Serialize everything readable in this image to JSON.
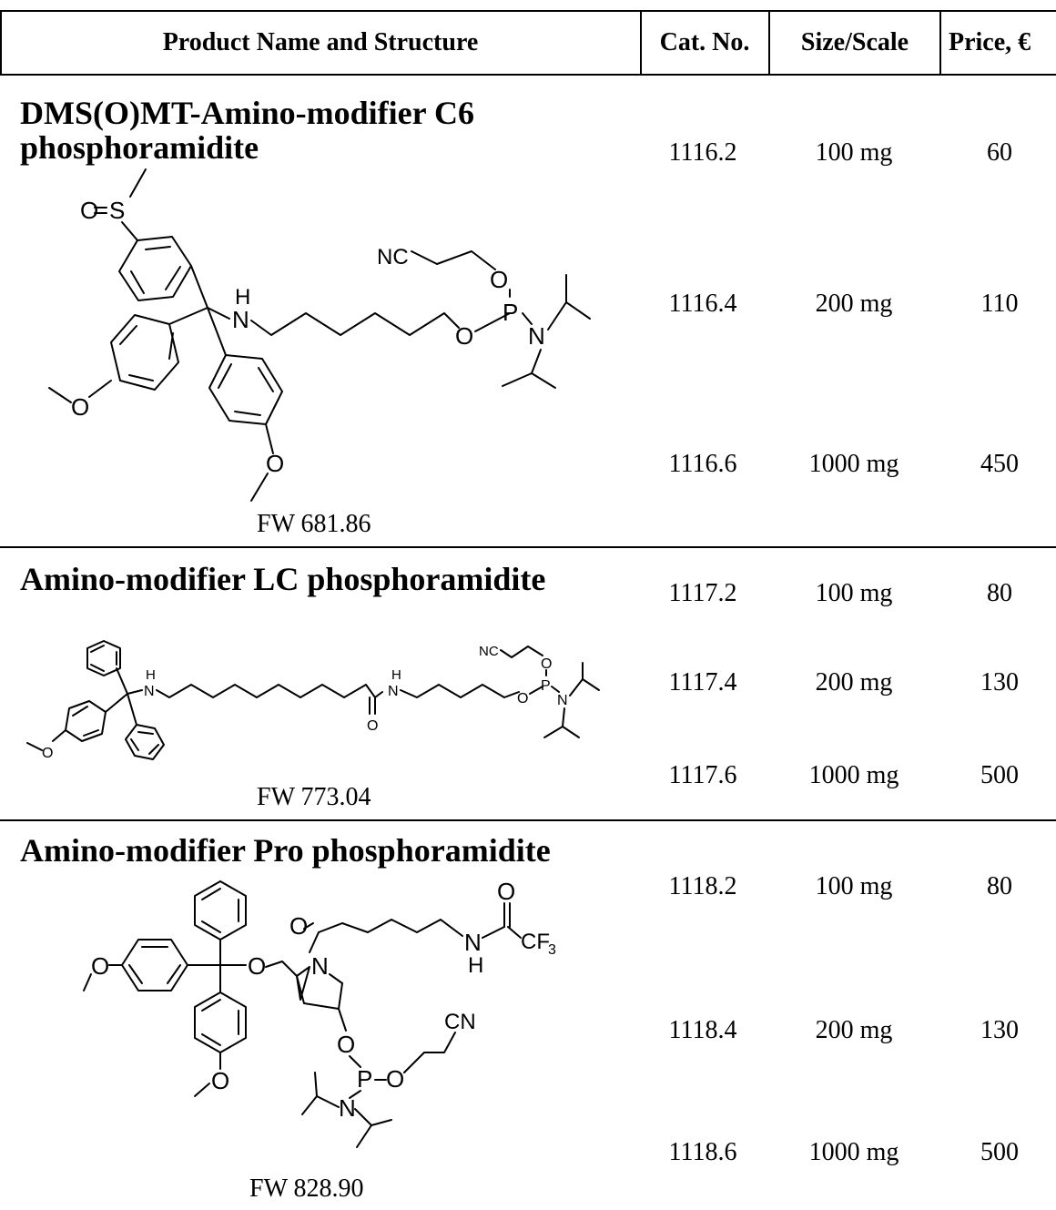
{
  "header": {
    "product": "Product Name and Structure",
    "cat": "Cat. No.",
    "size": "Size/Scale",
    "price": "Price, €"
  },
  "products": [
    {
      "name_line1": "DMS(O)MT-Amino-modifier C6",
      "name_line2": "phosphoramidite",
      "fw": "FW 681.86",
      "rows": [
        {
          "cat": "1116.2",
          "size": "100 mg",
          "price": "60"
        },
        {
          "cat": "1116.4",
          "size": "200 mg",
          "price": "110"
        },
        {
          "cat": "1116.6",
          "size": "1000 mg",
          "price": "450"
        }
      ],
      "atoms": {
        "so_o": "O",
        "s": "S",
        "h": "H",
        "n": "N",
        "nc": "NC",
        "o1": "O",
        "p": "P",
        "n2": "N",
        "o2": "O",
        "o3": "O",
        "o4": "O"
      }
    },
    {
      "name": "Amino-modifier LC phosphoramidite",
      "fw": "FW 773.04",
      "rows": [
        {
          "cat": "1117.2",
          "size": "100 mg",
          "price": "80"
        },
        {
          "cat": "1117.4",
          "size": "200 mg",
          "price": "130"
        },
        {
          "cat": "1117.6",
          "size": "1000 mg",
          "price": "500"
        }
      ],
      "atoms": {
        "h1": "H",
        "n1": "N",
        "h2": "H",
        "n2": "N",
        "o_co": "O",
        "nc": "NC",
        "o1": "O",
        "p": "P",
        "n3": "N",
        "o2": "O",
        "o3": "O"
      }
    },
    {
      "name": "Amino-modifier Pro phosphoramidite",
      "fw": "FW 828.90",
      "rows": [
        {
          "cat": "1118.2",
          "size": "100 mg",
          "price": "80"
        },
        {
          "cat": "1118.4",
          "size": "200 mg",
          "price": "130"
        },
        {
          "cat": "1118.6",
          "size": "1000 mg",
          "price": "500"
        }
      ],
      "atoms": {
        "o_me": "O",
        "o_tr": "O",
        "o_co": "O",
        "n_ring": "N",
        "nh_n": "N",
        "nh_h": "H",
        "o_tfa": "O",
        "cf3": "CF",
        "cf3_sub": "3",
        "cn": "CN",
        "o_p1": "O",
        "p": "P",
        "o_p2": "O",
        "n_p": "N",
        "o_me2": "O"
      }
    }
  ]
}
